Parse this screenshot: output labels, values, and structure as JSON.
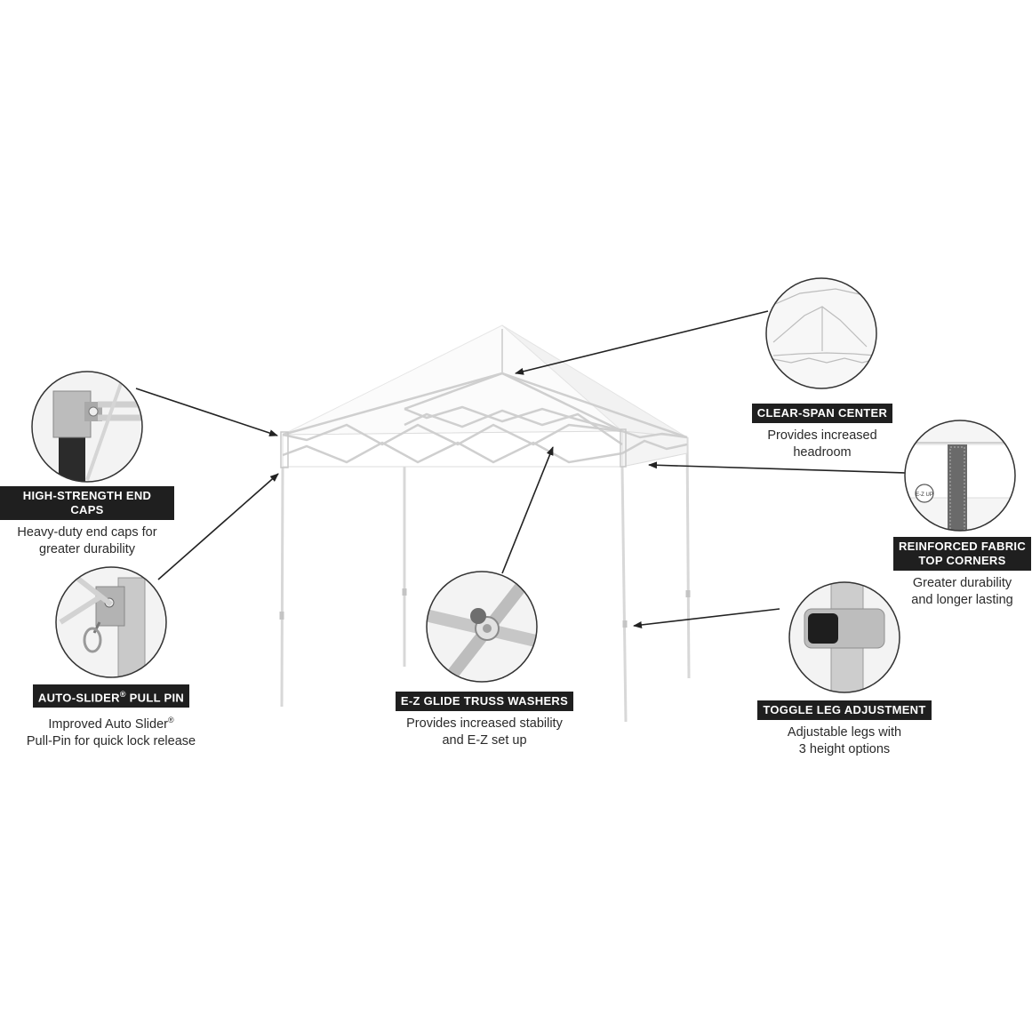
{
  "colors": {
    "label_bg": "#1f1f1f",
    "label_text": "#ffffff",
    "body_text": "#2a2a2a",
    "frame": "#d6d6d6",
    "canopy": "#ffffff",
    "arrow": "#222222",
    "circle_border": "#333333"
  },
  "product": {
    "image_subject": "white pop-up canopy tent with detail callouts",
    "badge_text": "E-Z UP"
  },
  "callouts": {
    "end_caps": {
      "title": "HIGH-STRENGTH END CAPS",
      "desc_line1": "Heavy-duty end caps for",
      "desc_line2": "greater durability",
      "icon": "end-cap-detail"
    },
    "pull_pin": {
      "title": "AUTO-SLIDER",
      "title_mark": "®",
      "title_suffix": " PULL PIN",
      "desc_line1_prefix": "Improved Auto Slider",
      "desc_line1_mark": "®",
      "desc_line2": "Pull-Pin for quick lock release",
      "icon": "pull-pin-detail"
    },
    "truss_washers": {
      "title": "E-Z GLIDE TRUSS WASHERS",
      "desc_line1": "Provides increased stability",
      "desc_line2": "and E-Z set up",
      "icon": "truss-washer-detail"
    },
    "clear_span": {
      "title": "CLEAR-SPAN CENTER",
      "desc_line1": "Provides increased",
      "desc_line2": "headroom",
      "icon": "clear-span-detail"
    },
    "fabric_corners": {
      "title_line1": "REINFORCED FABRIC",
      "title_line2": "TOP CORNERS",
      "desc_line1": "Greater durability",
      "desc_line2": "and longer lasting",
      "icon": "fabric-corner-detail"
    },
    "toggle_leg": {
      "title": "TOGGLE LEG ADJUSTMENT",
      "desc_line1": "Adjustable legs with",
      "desc_line2": "3 height options",
      "icon": "toggle-leg-detail"
    }
  }
}
